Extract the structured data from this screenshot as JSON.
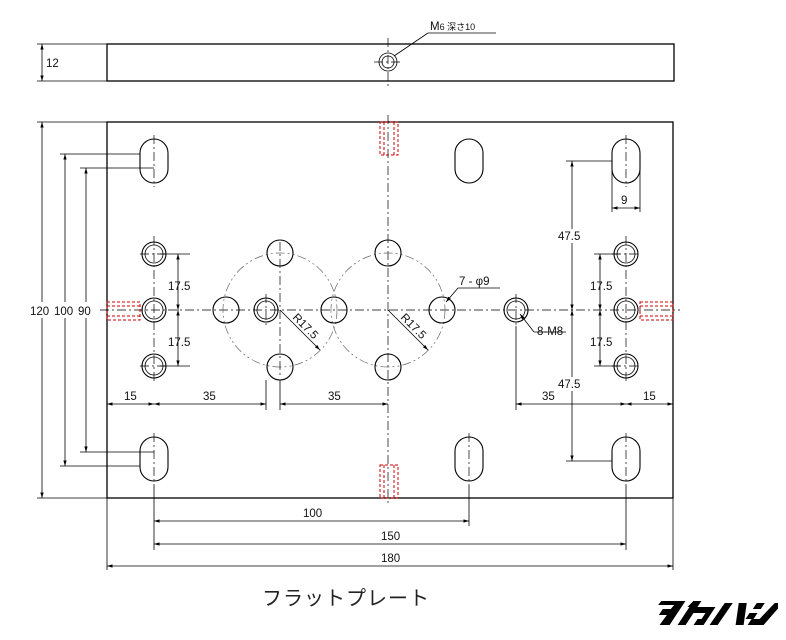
{
  "caption": "フラットプレート",
  "brand": "タカハシ",
  "dimensions": {
    "thickness": "12",
    "tap_note_a": "M",
    "tap_note_b": "6 深さ10",
    "height_120": "120",
    "height_100": "100",
    "height_90": "90",
    "v_17_5_top_left": "17.5",
    "v_17_5_bottom_left": "17.5",
    "left_15": "15",
    "center_35_a": "35",
    "center_35_b": "35",
    "radius_a": "R17.5",
    "radius_b": "R17.5",
    "holes_note": "7 - φ9",
    "tap_m8": "8-M8",
    "slot_9": "9",
    "right_47_5_top": "47.5",
    "right_47_5_bottom": "47.5",
    "right_17_5_top": "17.5",
    "right_17_5_bottom": "17.5",
    "right_35": "35",
    "right_15": "15",
    "bottom_100": "100",
    "bottom_150": "150",
    "bottom_180": "180"
  }
}
